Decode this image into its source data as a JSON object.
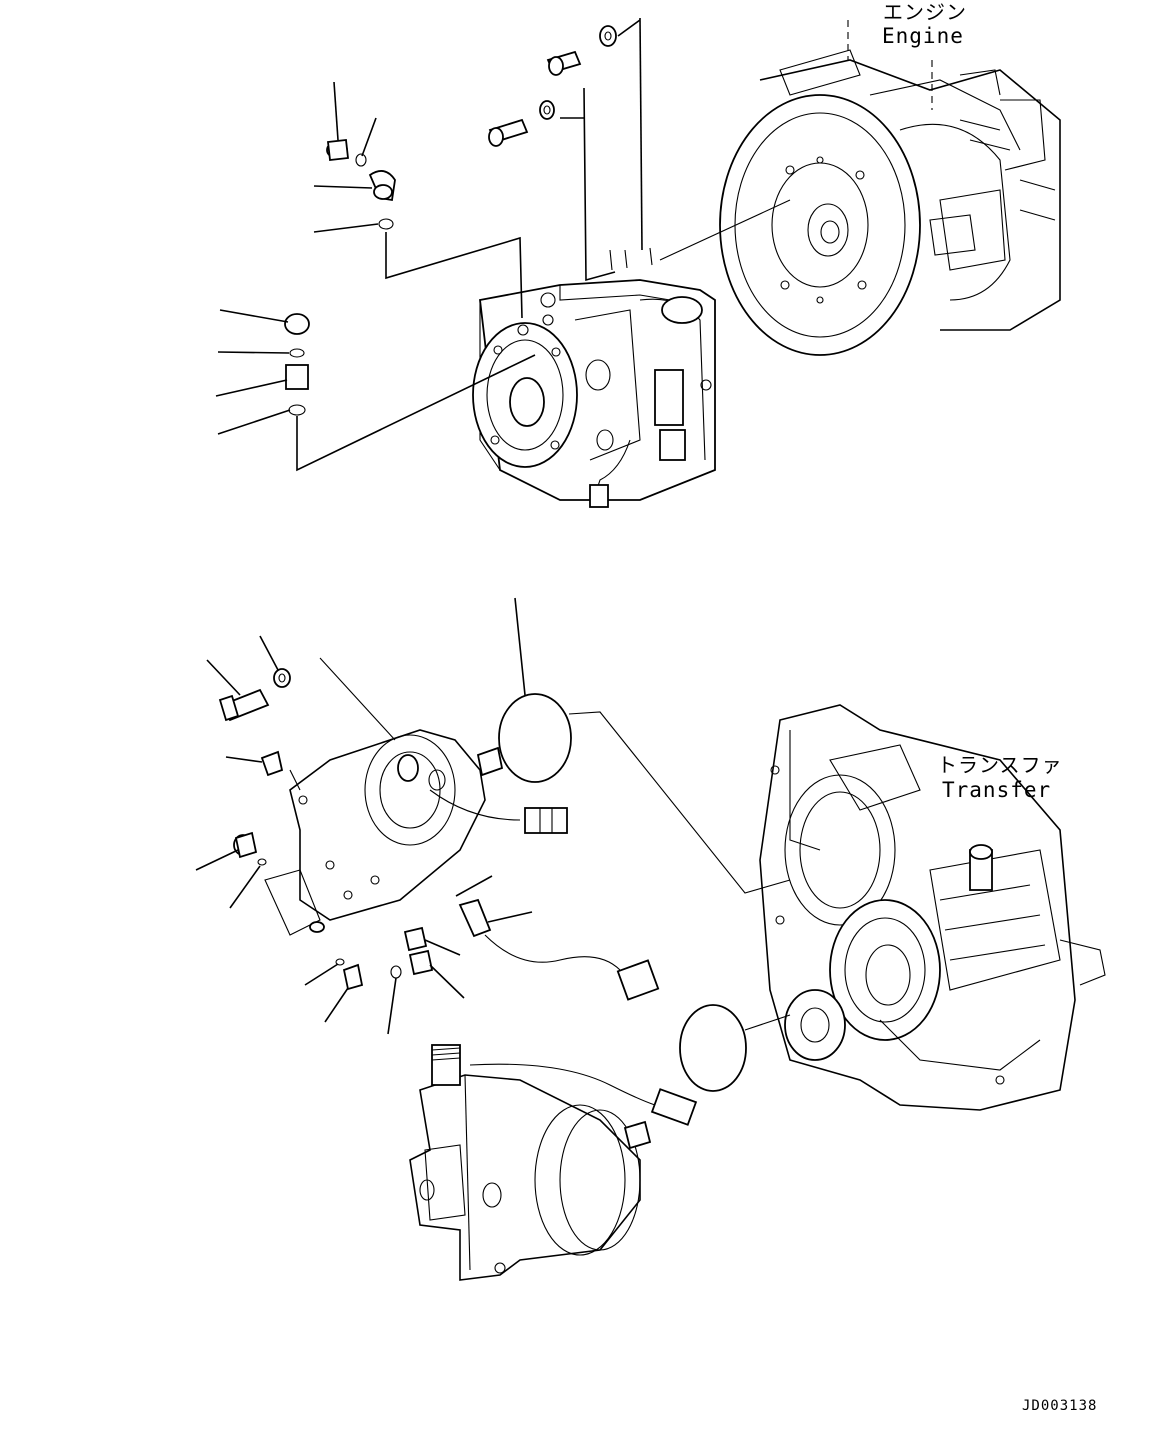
{
  "labels": {
    "engine_jp": "エンジン",
    "engine_en": "Engine",
    "transfer_jp": "トランスファ",
    "transfer_en": "Transfer",
    "drawing_code": "JD003138"
  },
  "colors": {
    "line": "#000000",
    "background": "#ffffff"
  }
}
